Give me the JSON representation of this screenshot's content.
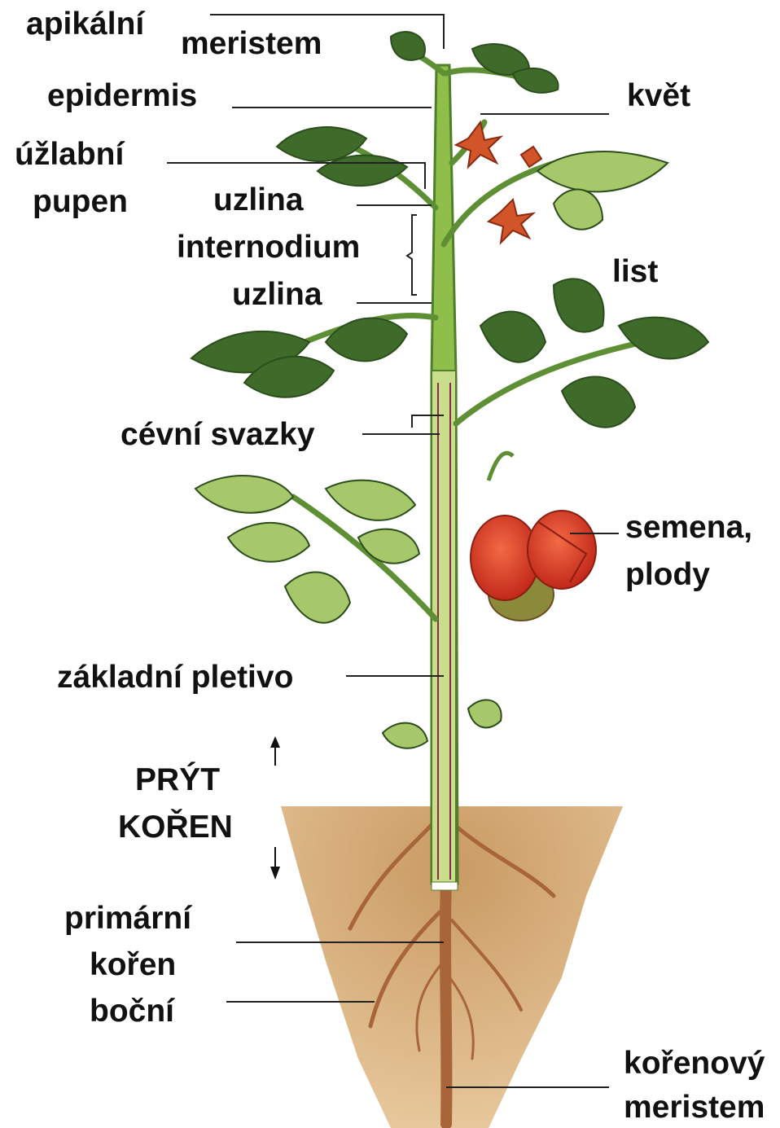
{
  "labels": {
    "apikalni": "apikální",
    "meristem_top": "meristem",
    "epidermis": "epidermis",
    "uzlabni": "úžlabní",
    "pupen": "pupen",
    "uzlina_1": "uzlina",
    "internodium": "internodium",
    "uzlina_2": "uzlina",
    "kvet": "květ",
    "list": "list",
    "cevni_svazky": "cévní svazky",
    "semena": "semena,",
    "plody": "plody",
    "zakladni_pletivo": "základní pletivo",
    "pryt": "PRÝT",
    "koren": "KOŘEN",
    "primarni": "primární",
    "koren_lower": "kořen",
    "bocni": "boční",
    "korenovy": "kořenový",
    "meristem_bottom": "meristem"
  },
  "colors": {
    "stem": "#8fbf4a",
    "stem_dark": "#4f7f2a",
    "leaf": "#3f6b2a",
    "leaf_light": "#a6c76a",
    "flower": "#d2552a",
    "fruit": "#e0401f",
    "soil": "#c8955c",
    "root": "#b5703c",
    "leader_line": "#222222"
  }
}
